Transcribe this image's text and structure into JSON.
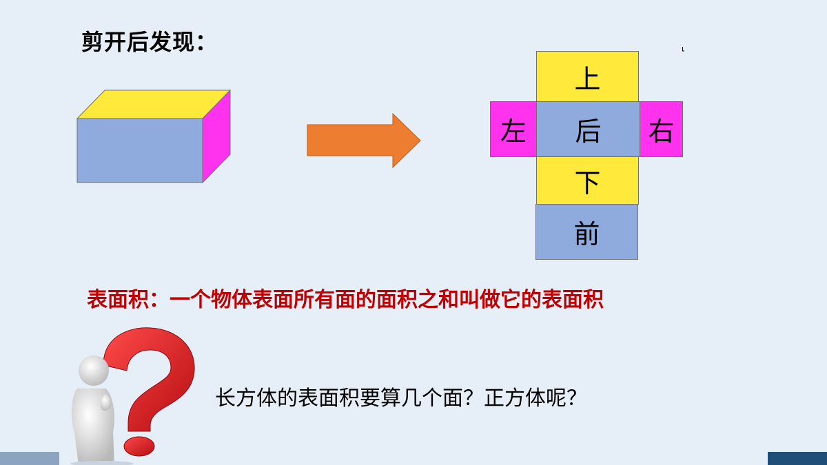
{
  "slide": {
    "heading": "剪开后发现：",
    "net_faces": {
      "top": "上",
      "left": "左",
      "back": "后",
      "right": "右",
      "bottom": "下",
      "front": "前"
    },
    "definition": "表面积：一个物体表面所有面的面积之和叫做它的表面积",
    "question": "长方体的表面积要算几个面？正方体呢？"
  },
  "colors": {
    "background": "#e6eef7",
    "yellow_face": "#ffe93b",
    "blue_face": "#8faadc",
    "magenta_face": "#ff33ee",
    "arrow": "#ed7d31",
    "definition_text": "#c00000",
    "question_mark": "#e31b23"
  }
}
